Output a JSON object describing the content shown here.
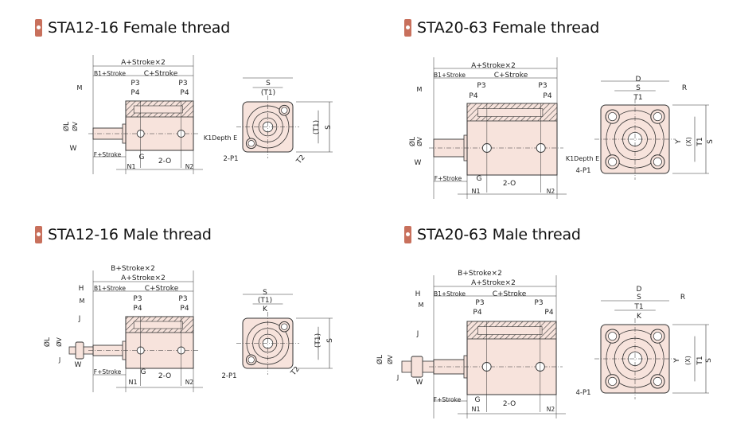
{
  "colors": {
    "marker": "#c8705c",
    "body_fill": "#f7e3dc",
    "line": "#333333"
  },
  "panels": [
    {
      "title": "STA12-16 Female thread",
      "labels": [
        "A+Stroke×2",
        "B1+Stroke",
        "C+Stroke",
        "P3",
        "P3",
        "P4",
        "P4",
        "M",
        "ØL",
        "ØV",
        "W",
        "F+Stroke",
        "G",
        "2-O",
        "N1",
        "N2",
        "S",
        "(T1)",
        "K1Depth E",
        "2-P1",
        "(T1)",
        "S",
        "T2"
      ]
    },
    {
      "title": "STA20-63 Female thread",
      "labels": [
        "A+Stroke×2",
        "B1+Stroke",
        "C+Stroke",
        "P3",
        "P3",
        "P4",
        "P4",
        "M",
        "ØL",
        "ØV",
        "W",
        "F+Stroke",
        "G",
        "2-O",
        "N1",
        "N2",
        "D",
        "S",
        "R",
        "T1",
        "Y",
        "(X)",
        "T1",
        "S",
        "K1Depth E",
        "4-P1"
      ]
    },
    {
      "title": "STA12-16 Male thread",
      "labels": [
        "B+Stroke×2",
        "A+Stroke×2",
        "H",
        "B1+Stroke",
        "C+Stroke",
        "M",
        "P3",
        "P3",
        "P4",
        "P4",
        "J",
        "ØL",
        "ØV",
        "J",
        "W",
        "F+Stroke",
        "G",
        "2-O",
        "N1",
        "N2",
        "S",
        "(T1)",
        "K",
        "2-P1",
        "(T1)",
        "S",
        "T2"
      ]
    },
    {
      "title": "STA20-63 Male thread",
      "labels": [
        "B+Stroke×2",
        "A+Stroke×2",
        "H",
        "B1+Stroke",
        "C+Stroke",
        "M",
        "P3",
        "P3",
        "P4",
        "P4",
        "J",
        "ØL",
        "ØV",
        "J",
        "W",
        "F+Stroke",
        "G",
        "2-O",
        "N1",
        "N2",
        "D",
        "S",
        "R",
        "T1",
        "K",
        "Y",
        "(X)",
        "T1",
        "S",
        "4-P1"
      ]
    }
  ]
}
